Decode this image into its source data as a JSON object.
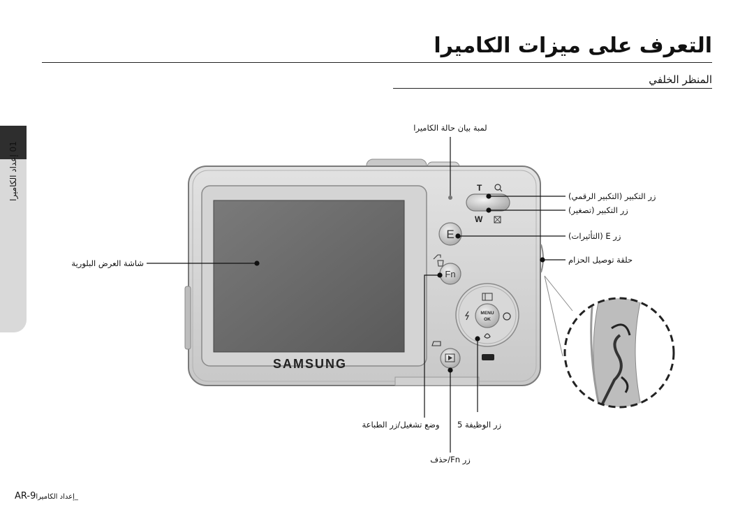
{
  "header": {
    "title": "التعرف على ميزات الكاميرا",
    "subtitle": "المنظر الخلفي"
  },
  "side_tab": {
    "text": "01 إعداد الكاميرا"
  },
  "camera": {
    "brand": "SAMSUNG",
    "zoom_tele": "T",
    "zoom_wide": "W",
    "e_button": "E",
    "fn_button": "Fn",
    "menu_ok_top": "MENU",
    "menu_ok_bottom": "OK"
  },
  "callouts": {
    "lamp": "لمبة بيان حالة الكاميرا",
    "zoom_tele": "زر التكبير (التكبير الرقمي)",
    "zoom_wide": "زر التكبير (تصغير)",
    "e_button": "زر E (التأثيرات)",
    "strap": "حلقة توصيل الحزام",
    "lcd": "شاشة العرض البلورية",
    "five_function": "زر الوظيفة 5",
    "mode_play": "وضع تشغيل/زر الطباعة",
    "fn_delete": "زر Fn/حذف"
  },
  "footer": {
    "page_label": "AR-9",
    "section": "_إعداد الكاميرا"
  }
}
